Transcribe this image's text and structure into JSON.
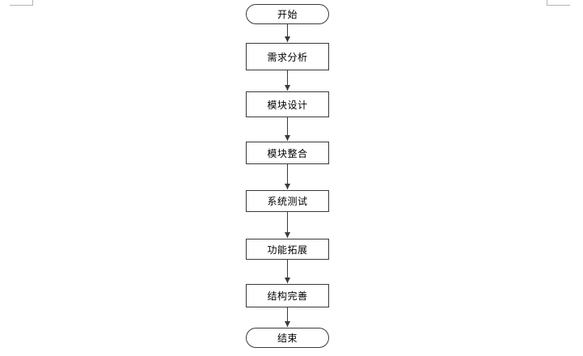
{
  "flowchart": {
    "start": "开始",
    "steps": [
      "需求分析",
      "模块设计",
      "模块整合",
      "系统测试",
      "功能拓展",
      "结构完善"
    ],
    "end": "结束"
  },
  "colors": {
    "line": "#3a3a3a",
    "border": "#3a3a3a",
    "background": "#ffffff"
  }
}
